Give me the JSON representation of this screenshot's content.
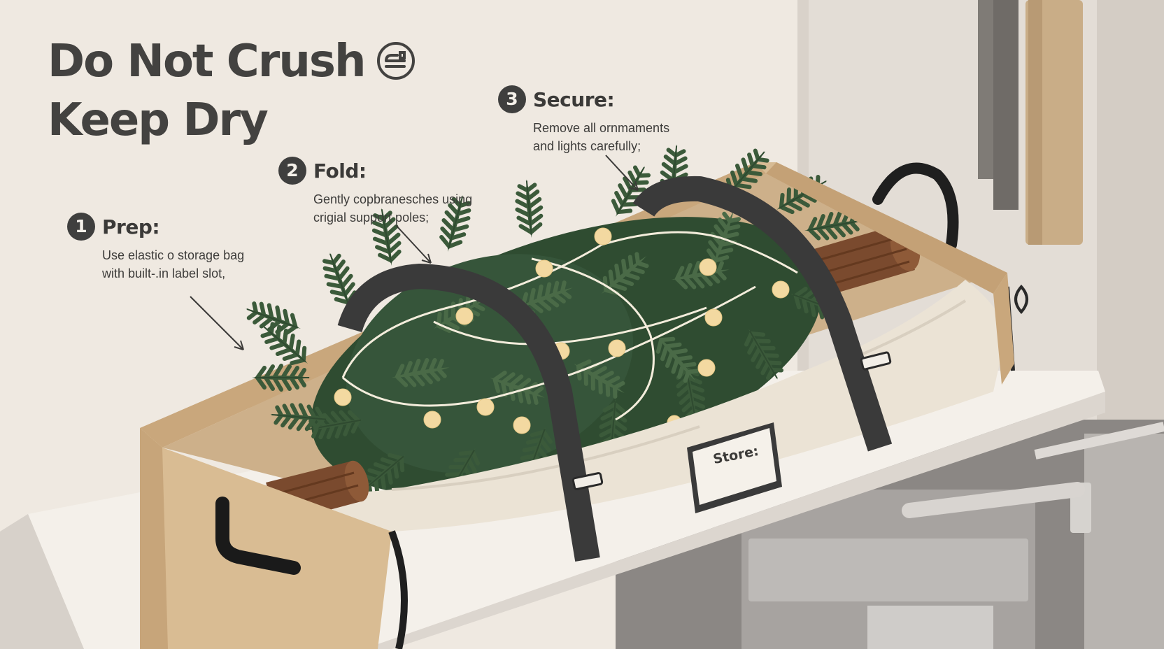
{
  "headline": {
    "line1": "Do Not Crush",
    "line2": "Keep Dry",
    "icon": "tag-icon"
  },
  "steps": [
    {
      "number": "1",
      "title": "Prep:",
      "description": "Use elastic o storage bag\nwith built-.in label slot,"
    },
    {
      "number": "2",
      "title": "Fold:",
      "description": "Gently copbranesches using\ncrigial support poles;"
    },
    {
      "number": "3",
      "title": "Secure:",
      "description": "Remove all ornmaments\nand lights carefully;"
    }
  ],
  "storage_bag": {
    "label_text": "Store:"
  },
  "colors": {
    "background": "#efe9e1",
    "text": "#434240",
    "cardboard": "#d8b98f",
    "canvas_bag": "#ebe3d5",
    "strap": "#3a3a3a",
    "pine": "#3e5b3c",
    "light_bulb": "#f3d9a1",
    "trunk": "#7a4a2e",
    "shelf": "#f3efe8",
    "cabinet": "#8a8683"
  }
}
